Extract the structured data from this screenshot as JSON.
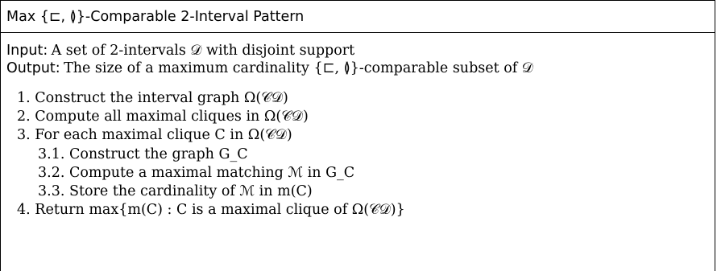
{
  "title": "Max {⊏, ≬}-Comparable 2-Interval Pattern",
  "input_label": "Input:",
  "input_text": "A set of 2-intervals 𝒟 with disjoint support",
  "output_label": "Output:",
  "output_text": "The size of a maximum cardinality {⊏, ≬}-comparable subset of 𝒟",
  "steps": [
    {
      "num": "1.",
      "text": "Construct the interval graph Ω(𝒞𝒟)"
    },
    {
      "num": "2.",
      "text": "Compute all maximal cliques in Ω(𝒞𝒟)"
    },
    {
      "num": "3.",
      "text": "For each maximal clique C in Ω(𝒞𝒟)"
    },
    {
      "num": "3.1.",
      "text": "Construct the graph G_C"
    },
    {
      "num": "3.2.",
      "text": "Compute a maximal matching ℳ in G_C"
    },
    {
      "num": "3.3.",
      "text": "Store the cardinality of ℳ in m(C)"
    },
    {
      "num": "4.",
      "text": "Return max{m(C) : C is a maximal clique of Ω(𝒞𝒟)}"
    }
  ]
}
